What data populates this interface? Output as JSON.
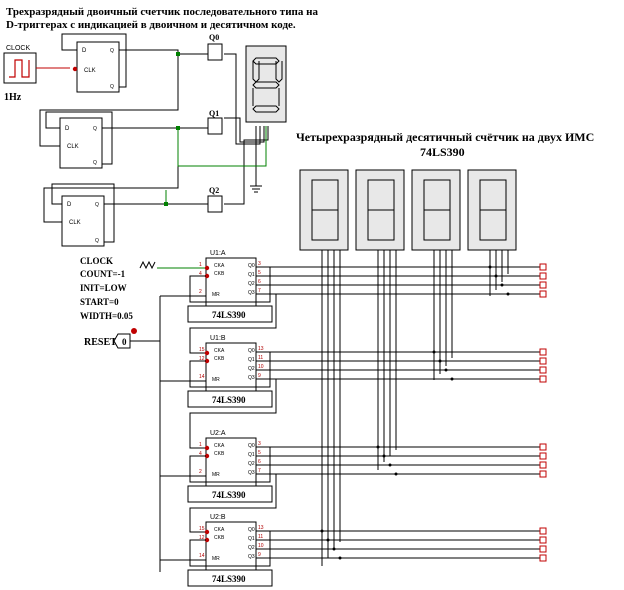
{
  "title_left_line1": "Трехразрядный двоичный счетчик последовательного типа на",
  "title_left_line2": "D-триггерах с индикацией в двоичном и десятичном коде.",
  "title_right_line1": "Четырехразрядный десятичный счётчик на двух ИМС",
  "title_right_line2": "74LS390",
  "clock_label": "CLOCK",
  "freq_label": "1Hz",
  "ff_pins": {
    "d": "D",
    "clk": "CLK",
    "q": "Q",
    "qbar": "Q"
  },
  "q_labels": [
    "Q0",
    "Q1",
    "Q2"
  ],
  "clock_params": [
    "CLOCK",
    "COUNT=-1",
    "INIT=LOW",
    "START=0",
    "WIDTH=0.05"
  ],
  "reset_label": "RESET",
  "reset_value": "0",
  "chips": [
    {
      "ref": "U1:A",
      "part": "74LS390",
      "pin_ca": "1",
      "pin_cb": "4",
      "pin_mr": "2",
      "out_pins": [
        "3",
        "5",
        "6",
        "7"
      ]
    },
    {
      "ref": "U1:B",
      "part": "74LS390",
      "pin_ca": "15",
      "pin_cb": "12",
      "pin_mr": "14",
      "out_pins": [
        "13",
        "11",
        "10",
        "9"
      ]
    },
    {
      "ref": "U2:A",
      "part": "74LS390",
      "pin_ca": "1",
      "pin_cb": "4",
      "pin_mr": "2",
      "out_pins": [
        "3",
        "5",
        "6",
        "7"
      ]
    },
    {
      "ref": "U2:B",
      "part": "74LS390",
      "pin_ca": "15",
      "pin_cb": "12",
      "pin_mr": "14",
      "out_pins": [
        "13",
        "11",
        "10",
        "9"
      ]
    }
  ],
  "chip_pin_names": {
    "cka": "CKA",
    "ckb": "CKB",
    "mr": "MR",
    "q0": "Q0",
    "q1": "Q1",
    "q2": "Q2",
    "q3": "Q3"
  }
}
